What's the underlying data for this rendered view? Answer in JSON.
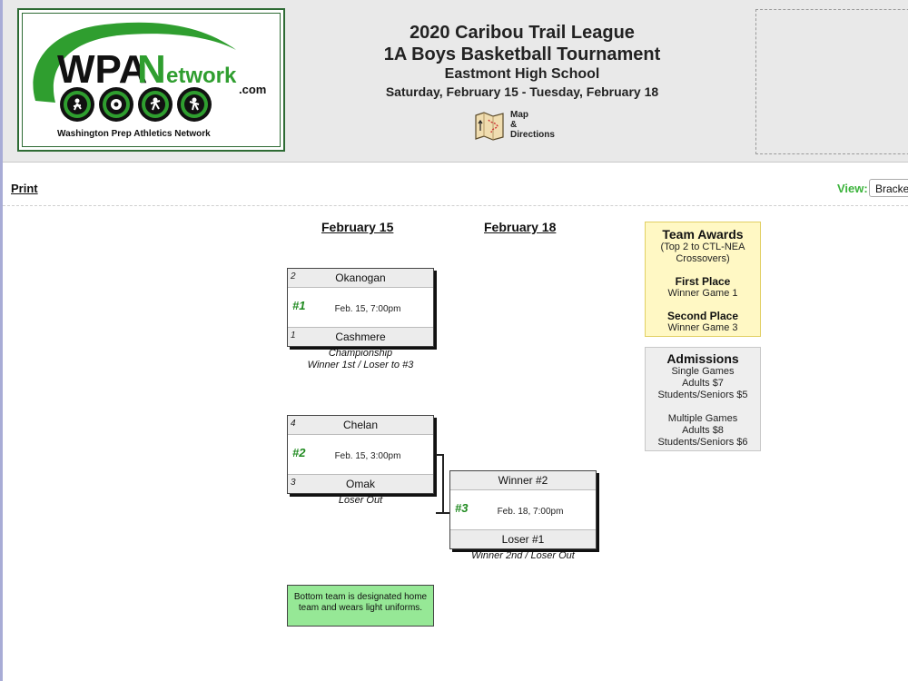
{
  "header": {
    "logo": {
      "brand": "WPA",
      "brand_n": "N",
      "brand_rest": "etwork",
      "dotcom": ".com",
      "tagline": "Washington Prep Athletics Network"
    },
    "title_line1": "2020 Caribou Trail League",
    "title_line2": "1A Boys Basketball Tournament",
    "venue": "Eastmont High School",
    "dates": "Saturday, February 15 - Tuesday, February 18",
    "map_link": {
      "line1": "Map",
      "line2": "&",
      "line3": "Directions"
    }
  },
  "toolbar": {
    "print_label": "Print",
    "view_label": "View:",
    "view_selected": "Bracket"
  },
  "columns": {
    "day1": "February 15",
    "day2": "February 18"
  },
  "games": [
    {
      "number": "#1",
      "time": "Feb. 15, 7:00pm",
      "top_seed": "2",
      "top_team": "Okanogan",
      "bottom_seed": "1",
      "bottom_team": "Cashmere",
      "caption_line1": "Championship",
      "caption_line2": "Winner 1st / Loser to #3"
    },
    {
      "number": "#2",
      "time": "Feb. 15, 3:00pm",
      "top_seed": "4",
      "top_team": "Chelan",
      "bottom_seed": "3",
      "bottom_team": "Omak",
      "caption_line1": "Loser Out"
    },
    {
      "number": "#3",
      "time": "Feb. 18, 7:00pm",
      "top_seed": "",
      "top_team": "Winner #2",
      "bottom_seed": "",
      "bottom_team": "Loser #1",
      "caption_line1": "Winner 2nd / Loser Out"
    }
  ],
  "awards": {
    "title": "Team Awards",
    "subtitle": "(Top 2 to CTL-NEA Crossovers)",
    "first_label": "First Place",
    "first_value": "Winner Game 1",
    "second_label": "Second Place",
    "second_value": "Winner Game 3"
  },
  "admissions": {
    "title": "Admissions",
    "single_label": "Single Games",
    "single_adults": "Adults $7",
    "single_students": "Students/Seniors $5",
    "multiple_label": "Multiple Games",
    "multiple_adults": "Adults $8",
    "multiple_students": "Students/Seniors $6"
  },
  "home_note": "Bottom team is designated home team and wears light uniforms.",
  "colors": {
    "brand_green": "#2e6b34",
    "game_number": "#1f8a1f",
    "view_label": "#3bb33b",
    "awards_bg": "#fff8c4",
    "home_note_bg": "#96e896"
  }
}
